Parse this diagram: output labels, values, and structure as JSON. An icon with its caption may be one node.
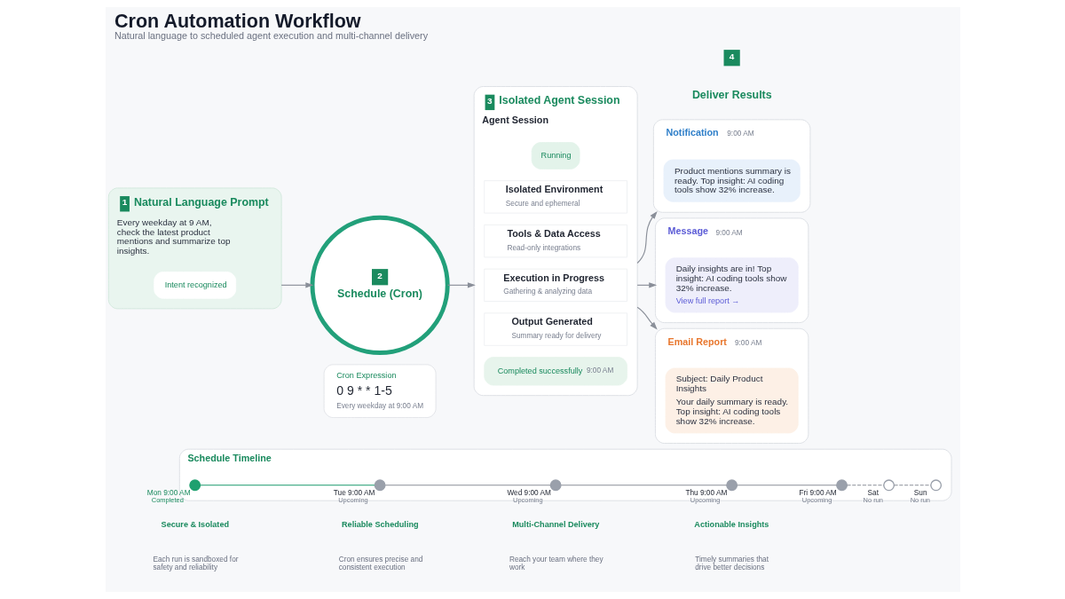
{
  "diagram": {
    "title": "Cron Automation Workflow",
    "caption": "Natural language to scheduled agent execution and multi-channel delivery",
    "nodes": [
      {
        "text": [
          "1",
          "Natural Language Prompt",
          "Every weekday at 9 AM, check the latest product mentions and summarize top insights."
        ]
      },
      {
        "text": [
          "Intent recognized"
        ],
        "in": 0
      },
      {
        "text": [
          "2",
          "Schedule (Cron)"
        ]
      },
      {
        "text": [
          "Cron Expression",
          "0 9 * * 1-5",
          "Every weekday at 9:00 AM"
        ]
      },
      {
        "text": [
          "3",
          "Isolated Agent Session",
          "Agent Session"
        ]
      },
      {
        "text": [
          "Running"
        ],
        "in": 4
      },
      {
        "text": [
          "Isolated Environment",
          "Secure and ephemeral"
        ],
        "in": 4
      },
      {
        "text": [
          "Tools & Data Access",
          "Read-only integrations"
        ],
        "in": 4
      },
      {
        "text": [
          "Execution in Progress",
          "Gathering & analyzing data"
        ],
        "in": 4
      },
      {
        "text": [
          "Output Generated",
          "Summary ready for delivery"
        ],
        "in": 4
      },
      {
        "text": [
          "Completed successfully",
          "9:00 AM"
        ],
        "in": 4
      },
      {
        "text": [
          "Notification",
          "9:00 AM"
        ]
      },
      {
        "text": [
          "Product mentions summary is ready. Top insight: AI coding tools show 32% increase."
        ],
        "in": 11
      },
      {
        "text": [
          "Message",
          "9:00 AM"
        ]
      },
      {
        "text": [
          "Daily insights are in! Top insight: AI coding tools show 32% increase.",
          "View full report →"
        ],
        "in": 13
      },
      {
        "text": [
          "Email Report",
          "9:00 AM"
        ]
      },
      {
        "text": [
          "Subject: Daily Product Insights",
          "Your daily summary is ready. Top insight: AI coding tools show 32% increase."
        ],
        "in": 15
      },
      {
        "text": [
          "Schedule Timeline"
        ]
      },
      {
        "text": [],
        "shape": "circle",
        "in": 17,
        "beside": [
          "Mon 9:00 AM",
          "Completed"
        ]
      },
      {
        "text": [],
        "shape": "circle",
        "in": 17,
        "beside": [
          "Tue 9:00 AM",
          "Upcoming"
        ]
      },
      {
        "text": [],
        "shape": "circle",
        "in": 17,
        "beside": [
          "Wed 9:00 AM",
          "Upcoming"
        ]
      },
      {
        "text": [],
        "shape": "circle",
        "in": 17,
        "beside": [
          "Thu 9:00 AM",
          "Upcoming"
        ]
      },
      {
        "text": [],
        "shape": "circle",
        "in": 17,
        "beside": [
          "Fri 9:00 AM",
          "Upcoming"
        ]
      },
      {
        "text": [],
        "shape": "circle",
        "in": 17,
        "beside": [
          "Sat",
          "No run"
        ]
      },
      {
        "text": [],
        "shape": "circle",
        "in": 17,
        "beside": [
          "Sun",
          "No run"
        ]
      }
    ],
    "edges": [
      {
        "from": 0,
        "to": 2,
        "arrow": "to"
      },
      {
        "from": 2,
        "to": 4,
        "arrow": "to"
      },
      {
        "from": 4,
        "to": 11,
        "arrow": "to"
      },
      {
        "from": 4,
        "to": 13,
        "arrow": "to"
      },
      {
        "from": 4,
        "to": 15,
        "arrow": "to"
      },
      {
        "from": 18,
        "to": 19,
        "arrow": "none",
        "color": "#1a9a6c"
      },
      {
        "from": 19,
        "to": 20,
        "arrow": "none"
      },
      {
        "from": 20,
        "to": 21,
        "arrow": "none"
      },
      {
        "from": 21,
        "to": 22,
        "arrow": "none"
      },
      {
        "from": 22,
        "to": 23,
        "arrow": "none",
        "style": "dashed"
      },
      {
        "from": 23,
        "to": 24,
        "arrow": "none",
        "style": "dashed"
      }
    ],
    "labels": [
      "4",
      "Deliver Results",
      "Secure & Isolated",
      "Each run is sandboxed for safety and reliability",
      "Reliable Scheduling",
      "Cron ensures precise and consistent execution",
      "Multi-Channel Delivery",
      "Reach your team where they work",
      "Actionable Insights",
      "Timely summaries that drive better decisions"
    ]
  }
}
